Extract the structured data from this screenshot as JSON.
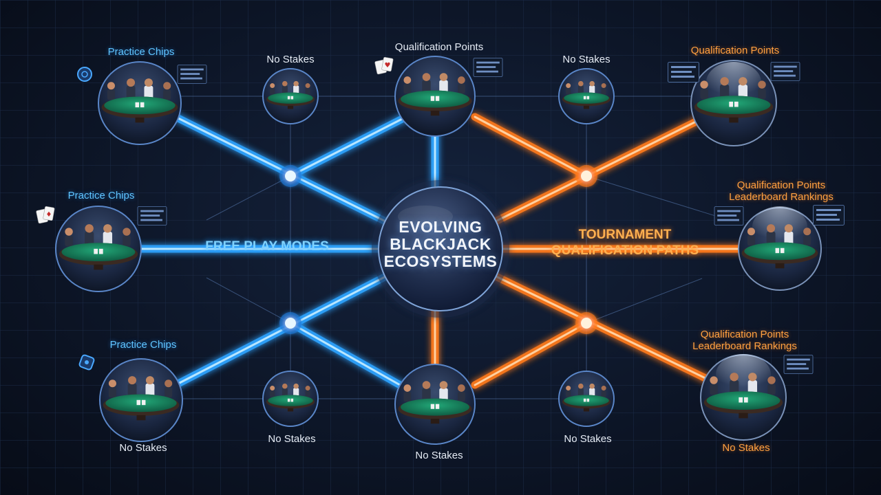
{
  "center": {
    "title_lines": [
      "EVOLVING",
      "BLACKJACK",
      "ECOSYSTEMS"
    ]
  },
  "branches": {
    "free_play": {
      "label": "FREE PLAY MODES",
      "color": "#2fa4ff"
    },
    "tournament": {
      "label_lines": [
        "TOURNAMENT",
        "QUALIFICATION PATHS"
      ],
      "color": "#ff7a1a"
    }
  },
  "nodes": [
    {
      "id": "tl",
      "label_lines": [
        "Practice Chips"
      ],
      "tone": "blue"
    },
    {
      "id": "tc1",
      "label_lines": [
        "No Stakes"
      ],
      "tone": "white"
    },
    {
      "id": "tc",
      "label_lines": [
        "Qualification Points"
      ],
      "tone": "white"
    },
    {
      "id": "tc2",
      "label_lines": [
        "No Stakes"
      ],
      "tone": "white"
    },
    {
      "id": "tr",
      "label_lines": [
        "Qualification Points"
      ],
      "tone": "orange"
    },
    {
      "id": "ml",
      "label_lines": [
        "Practice Chips"
      ],
      "tone": "blue"
    },
    {
      "id": "mr",
      "label_lines": [
        "Qualification Points",
        "Leaderboard Rankings"
      ],
      "tone": "orange"
    },
    {
      "id": "bl",
      "label_lines": [
        "Practice Chips",
        "No Stakes"
      ],
      "tone": "blue_white"
    },
    {
      "id": "bc1",
      "label_lines": [
        "No Stakes"
      ],
      "tone": "white"
    },
    {
      "id": "bc",
      "label_lines": [
        "No Stakes"
      ],
      "tone": "white"
    },
    {
      "id": "bc2",
      "label_lines": [
        "No Stakes"
      ],
      "tone": "white"
    },
    {
      "id": "br",
      "label_lines": [
        "Qualification Points",
        "Leaderboard Rankings",
        "No Stakes"
      ],
      "tone": "orange"
    }
  ],
  "icons": [
    "chip-icon",
    "playing-cards-icon",
    "leaderboard-panel-icon",
    "player-figure-icon",
    "green-table-icon"
  ],
  "colors": {
    "blue_glow": "#2fa4ff",
    "orange_glow": "#ff7a1a",
    "table_green": "#17865f",
    "background": "#0d1628"
  }
}
